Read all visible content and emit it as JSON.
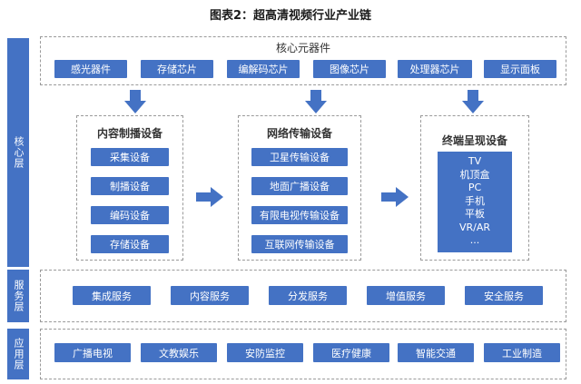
{
  "title": "图表2：超高清视频行业产业链",
  "layers": {
    "core": "核心层",
    "service": "服务层",
    "application": "应用层"
  },
  "core_components": {
    "title": "核心元器件",
    "items": [
      "感光器件",
      "存储芯片",
      "编解码芯片",
      "图像芯片",
      "处理器芯片",
      "显示面板"
    ]
  },
  "content_production": {
    "title": "内容制播设备",
    "items": [
      "采集设备",
      "制播设备",
      "编码设备",
      "存储设备"
    ]
  },
  "network_transmission": {
    "title": "网络传输设备",
    "items": [
      "卫星传输设备",
      "地面广播设备",
      "有限电视传输设备",
      "互联网传输设备"
    ]
  },
  "terminal_display": {
    "title": "终端呈现设备",
    "items": [
      "TV",
      "机顶盒",
      "PC",
      "手机",
      "平板",
      "VR/AR",
      "..."
    ]
  },
  "services": [
    "集成服务",
    "内容服务",
    "分发服务",
    "增值服务",
    "安全服务"
  ],
  "applications": [
    "广播电视",
    "文教娱乐",
    "安防监控",
    "医疗健康",
    "智能交通",
    "工业制造"
  ],
  "colors": {
    "accent": "#4472c4",
    "dashed_border": "#9a9a9a"
  }
}
